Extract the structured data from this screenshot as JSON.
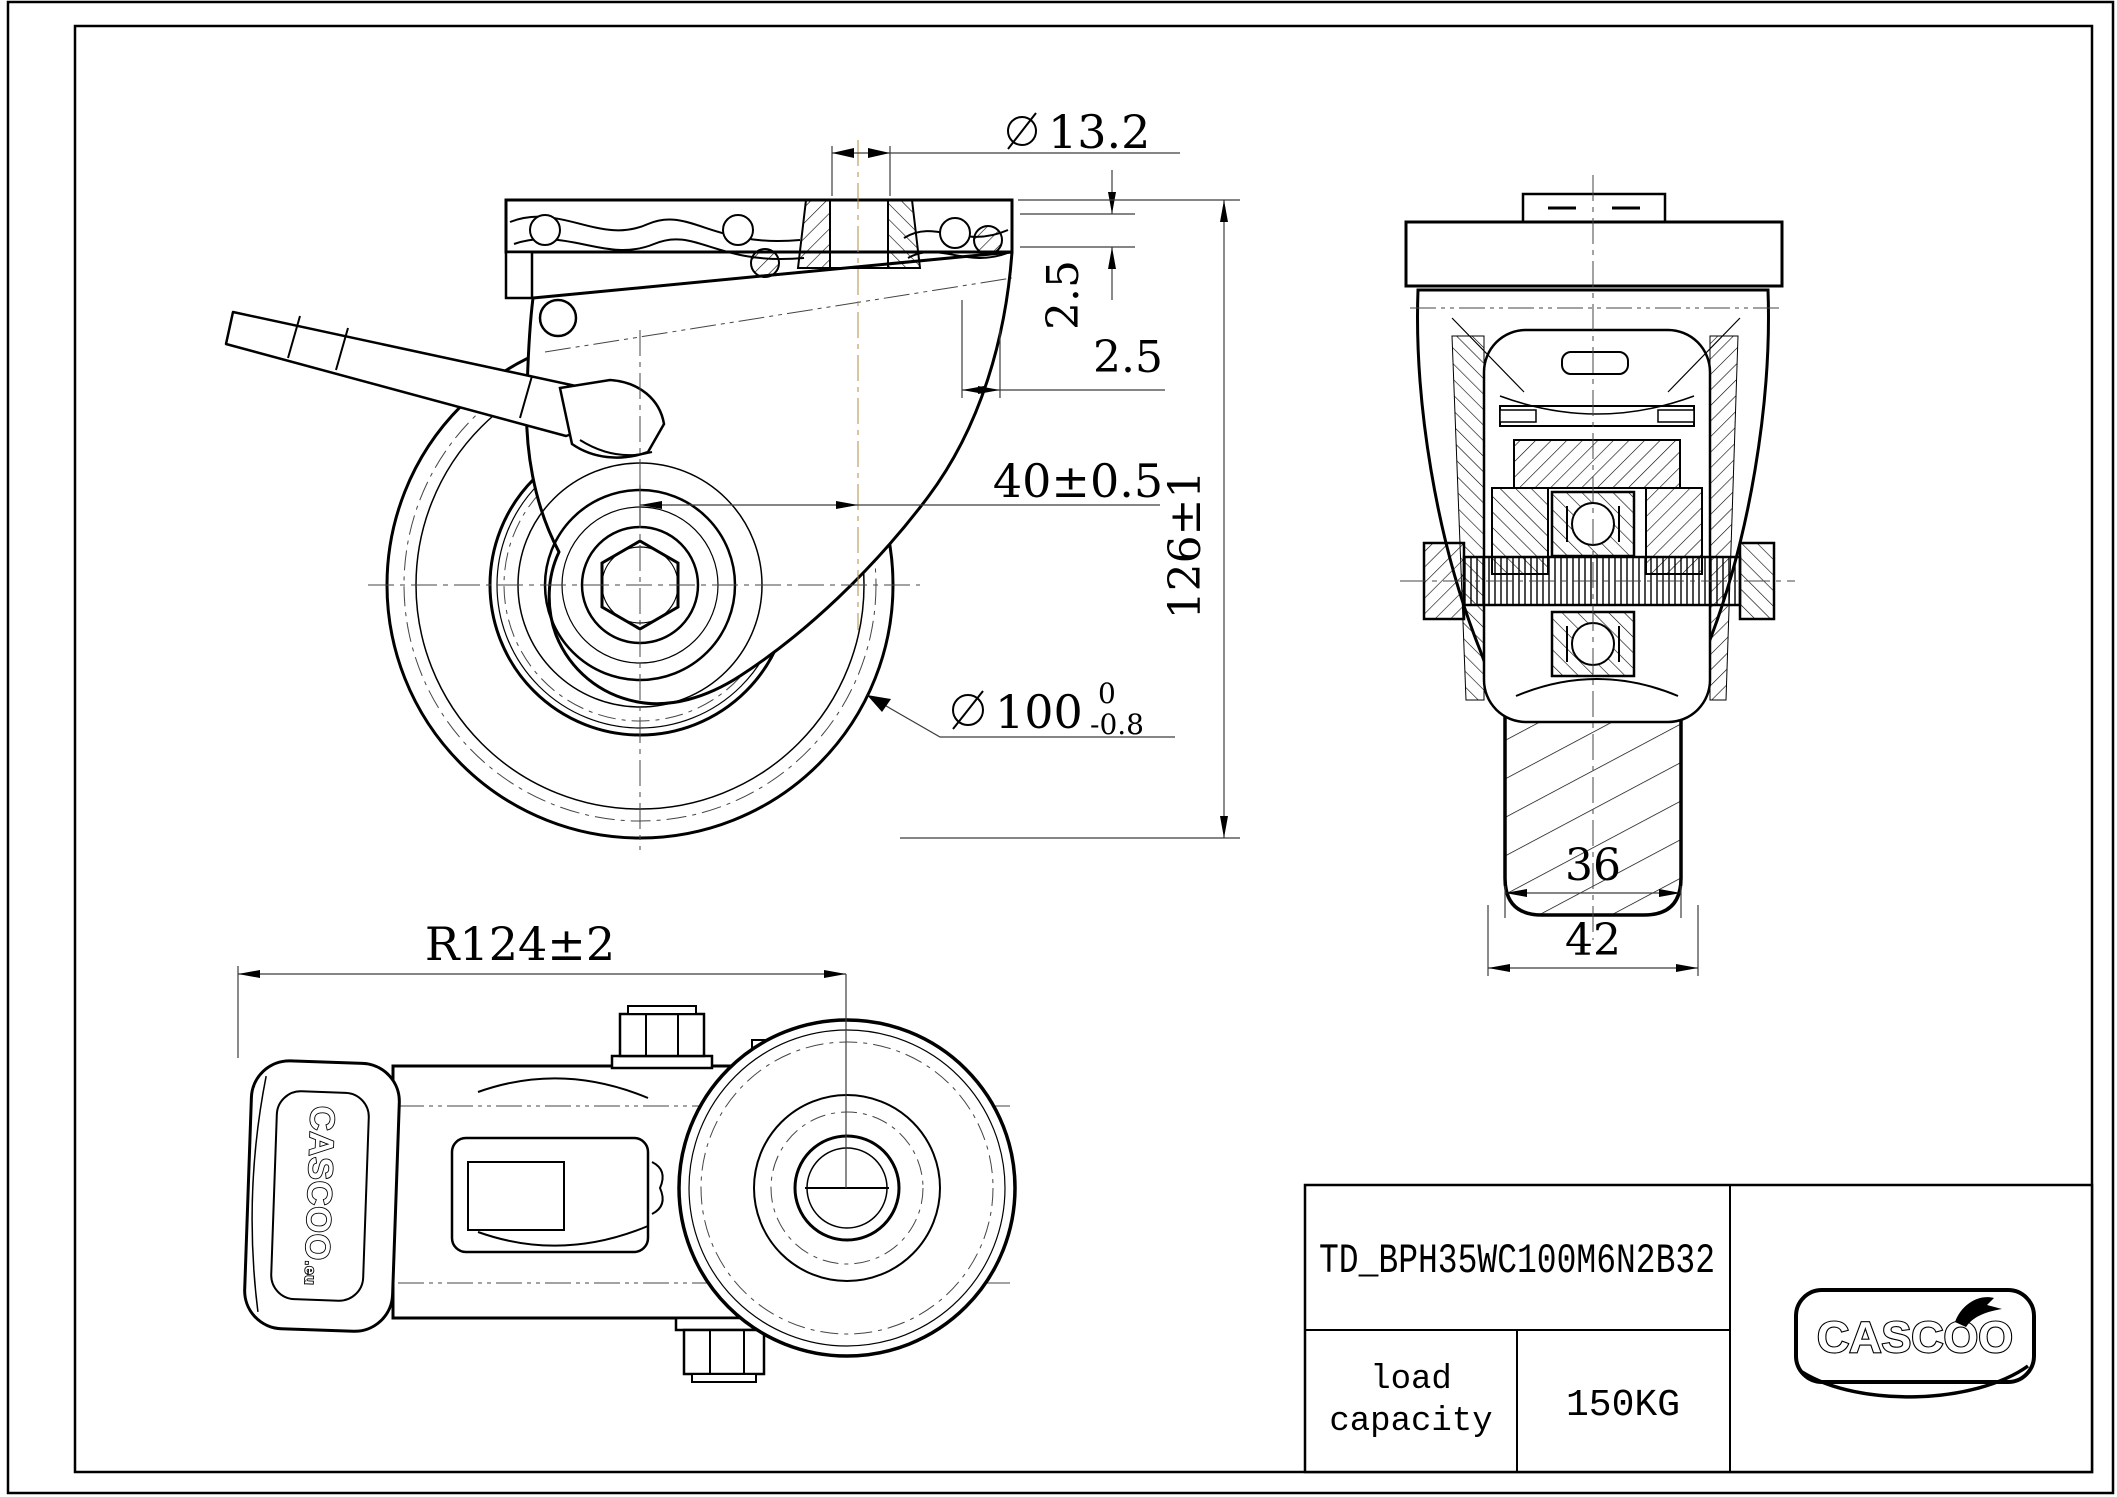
{
  "drawing": {
    "type": "caster-wheel-technical-drawing",
    "views": {
      "front": "swivel caster with brake, front section view",
      "side": "caster cross-section side view",
      "bottom": "caster bottom view with brake pedal"
    },
    "dimensions": {
      "kingpin_hole": {
        "symbol": "⌀",
        "value": "13.2"
      },
      "plate_step_vertical": "2.5",
      "plate_step_horizontal": "2.5",
      "swivel_offset": "40±0.5",
      "overall_height": "126±1",
      "wheel_diameter": {
        "symbol": "⌀",
        "value": "100",
        "tol_upper": "0",
        "tol_lower": "-0.8"
      },
      "tread_width": "36",
      "hub_width": "42",
      "swivel_radius": "R124±2"
    },
    "title_block": {
      "part_number": "TD_BPH35WC100M6N2B32",
      "load_capacity_label_line1": "load",
      "load_capacity_label_line2": "capacity",
      "load_capacity_value": "150KG",
      "brand": "CASCOO"
    },
    "pedal": {
      "brand": "CASCOO",
      "suffix": ".eu"
    }
  }
}
